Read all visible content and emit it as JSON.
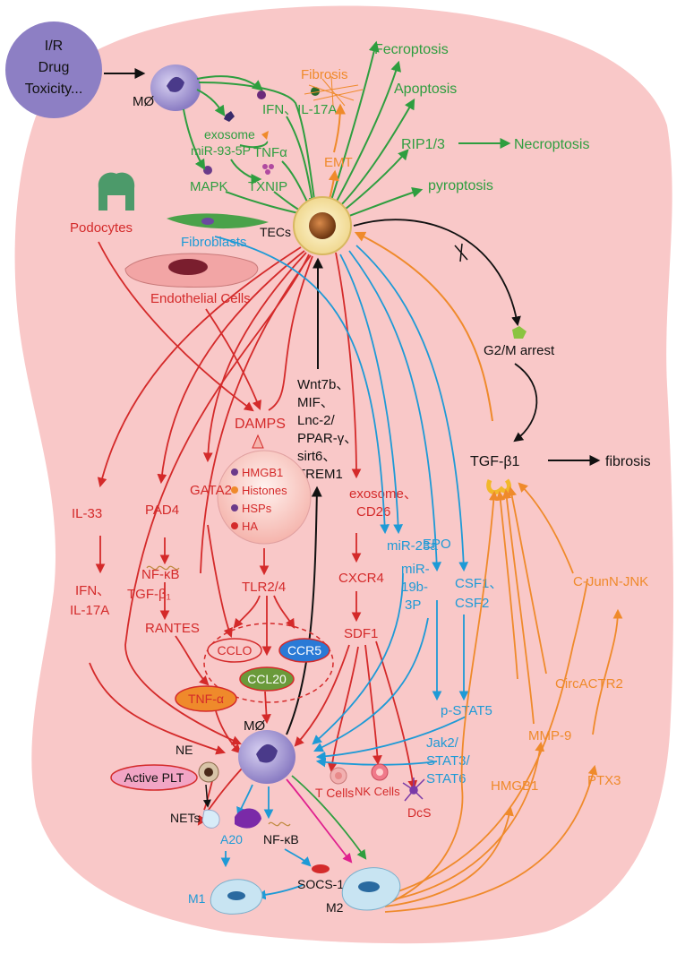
{
  "colors": {
    "background_blob": "#f9c8c8",
    "green": "#2e9e3f",
    "red": "#d42a2a",
    "blue": "#1e9ad6",
    "orange": "#ef8a2b",
    "black": "#111111",
    "purple_cell": "#8d7fc4"
  },
  "trigger": {
    "line1": "I/R",
    "line2": "Drug",
    "line3": "Toxicity..."
  },
  "macrophage_top": "MØ",
  "top_mediators": {
    "ifn_il17a": "IFN、IL-17A",
    "exosome": "exosome",
    "mir93": "miR-93-5P",
    "tnfa": "TNFα",
    "mapk": "MAPK",
    "txnip": "TXNIP"
  },
  "outcomes": {
    "fibrosis_top": "Fibrosis",
    "ferroptosis": "Fecroptosis",
    "apoptosis": "Apoptosis",
    "rip13": "RIP1/3",
    "necroptosis": "Necroptosis",
    "pyroptosis": "pyroptosis",
    "emt": "EMT"
  },
  "cells": {
    "podocytes": "Podocytes",
    "fibroblasts": "Fibroblasts",
    "tecs": "TECs",
    "endothelial": "Endothelial Cells"
  },
  "cell_cycle": {
    "g2m": "G2/M arrest",
    "tgfb1": "TGF-β1",
    "fibrosis": "fibrosis"
  },
  "tec_feedback": [
    "Wnt7b、",
    "MIF、",
    "Lnc-2/",
    "PPAR-γ、",
    "sirt6、",
    "TREM1"
  ],
  "damps": {
    "title": "DAMPS",
    "items": [
      "HMGB1",
      "Histones",
      "HSPs",
      "HA"
    ]
  },
  "red_pathway": {
    "il33": "IL-33",
    "pad4": "PAD4",
    "gata2": "GATA2",
    "nfkb": "NF-κB",
    "tgfb1_sub": "TGF-β₁",
    "ifn": "IFN、",
    "il17a": "IL-17A",
    "rantes": "RANTES",
    "tnf_alpha": "TNF-α",
    "tlr24": "TLR2/4",
    "cclo": "CCLO",
    "ccr5": "CCR5",
    "ccl20": "CCL20",
    "exosome_cd26_a": "exosome、",
    "exosome_cd26_b": "CD26",
    "cxcr4": "CXCR4",
    "sdf1": "SDF1"
  },
  "blue_pathway": {
    "mir23a": "miR-23a",
    "mir19b_a": "miR-",
    "mir19b_b": "19b-",
    "mir19b_c": "3P",
    "epo": "EPO",
    "csf_a": "CSF1、",
    "csf_b": "CSF2",
    "pstat5": "p-STAT5",
    "jak_a": "Jak2/",
    "jak_b": "STAT3/",
    "jak_c": "STAT6"
  },
  "orange_pathway": {
    "cjun": "C-JunN-JNK",
    "circactr2": "CircACTR2",
    "mmp9": "MMP-9",
    "hmgb1": "HMGB1",
    "ptx3": "PTX3"
  },
  "bottom": {
    "macrophage": "MØ",
    "ne": "NE",
    "active_plt": "Active PLT",
    "nets": "NETs",
    "a20": "A20",
    "nfkb": "NF-κB",
    "t_cells": "T Cells",
    "nk_cells": "NK Cells",
    "dcs": "DcS",
    "socs1": "SOCS-1",
    "m1": "M1",
    "m2": "M2"
  }
}
